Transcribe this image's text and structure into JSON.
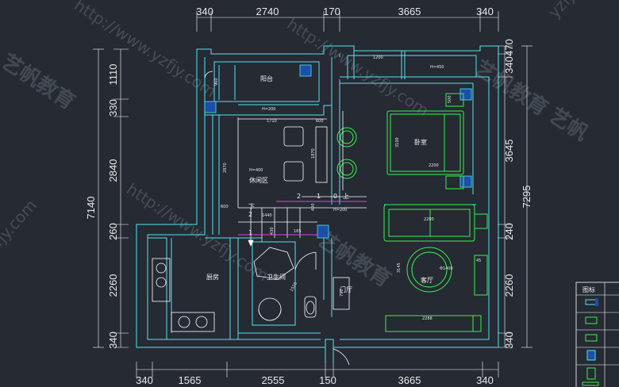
{
  "dimensions": {
    "top": [
      "340",
      "2740",
      "170",
      "3665",
      "340"
    ],
    "bottom": [
      "340",
      "1565",
      "2555",
      "150",
      "3665",
      "340"
    ],
    "left": [
      "1110",
      "330",
      "2840",
      "260",
      "2260",
      "340"
    ],
    "left_total": "7140",
    "right": [
      "340",
      "470",
      "3645",
      "240",
      "2260",
      "340"
    ],
    "right_total": "7295"
  },
  "rooms": {
    "balcony": "阳台",
    "leisure": "休闲区",
    "bedroom": "卧室",
    "living": "客厅",
    "kitchen": "厨房",
    "bathroom": "卫生间",
    "entry": "门厅"
  },
  "annotations": {
    "h450": "H=450",
    "h200_balcony": "H=200",
    "h400": "H=400",
    "h200_stair": "H=200",
    "stair_2": "2",
    "stair_1": "1",
    "stair_0": "0",
    "stair_up": "上",
    "stair_down": "下",
    "stair_2b": "2",
    "stair_1b": "1",
    "d1200": "1200",
    "d960": "960",
    "d1710": "1710",
    "d600a": "600",
    "d1870": "1870",
    "d2870": "2870",
    "d600b": "600",
    "d1440": "1440",
    "d400": "400",
    "d430": "430",
    "d165": "165",
    "d500": "500",
    "d3100": "3100",
    "d2200bed": "2200",
    "d2200sofa": "2200",
    "d2288": "2288",
    "d3145": "3145",
    "d1400": "Φ1400",
    "d45": "45",
    "d790": "790",
    "d1520": "1520"
  },
  "watermarks": {
    "url": "http://www.yzfjy.com",
    "brand": "艺帆教育",
    "corner1": "yzfjy",
    "corner2": "fjy.com",
    "corner3": "艺帆"
  },
  "legend": {
    "title": "图标"
  }
}
